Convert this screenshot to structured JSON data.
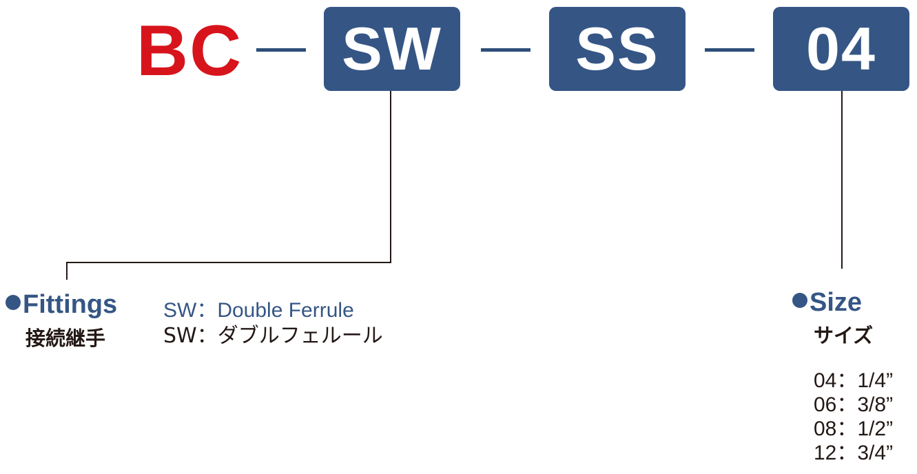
{
  "part_number": {
    "prefix": "BC",
    "segments": [
      {
        "code": "SW"
      },
      {
        "code": "SS"
      },
      {
        "code": "04"
      }
    ]
  },
  "fittings": {
    "heading": "Fittings",
    "heading_jp": "接続継手",
    "option_en": "SW：Double Ferrule",
    "option_jp": "SW：ダブルフェルール"
  },
  "size": {
    "heading": "Size",
    "heading_jp": "サイズ",
    "options": [
      "04：1/4”",
      "06：3/8”",
      "08：1/2”",
      "12：3/4”"
    ]
  },
  "colors": {
    "prefix": "#d7141c",
    "box": "#355685",
    "heading": "#355685",
    "text": "#231815"
  }
}
